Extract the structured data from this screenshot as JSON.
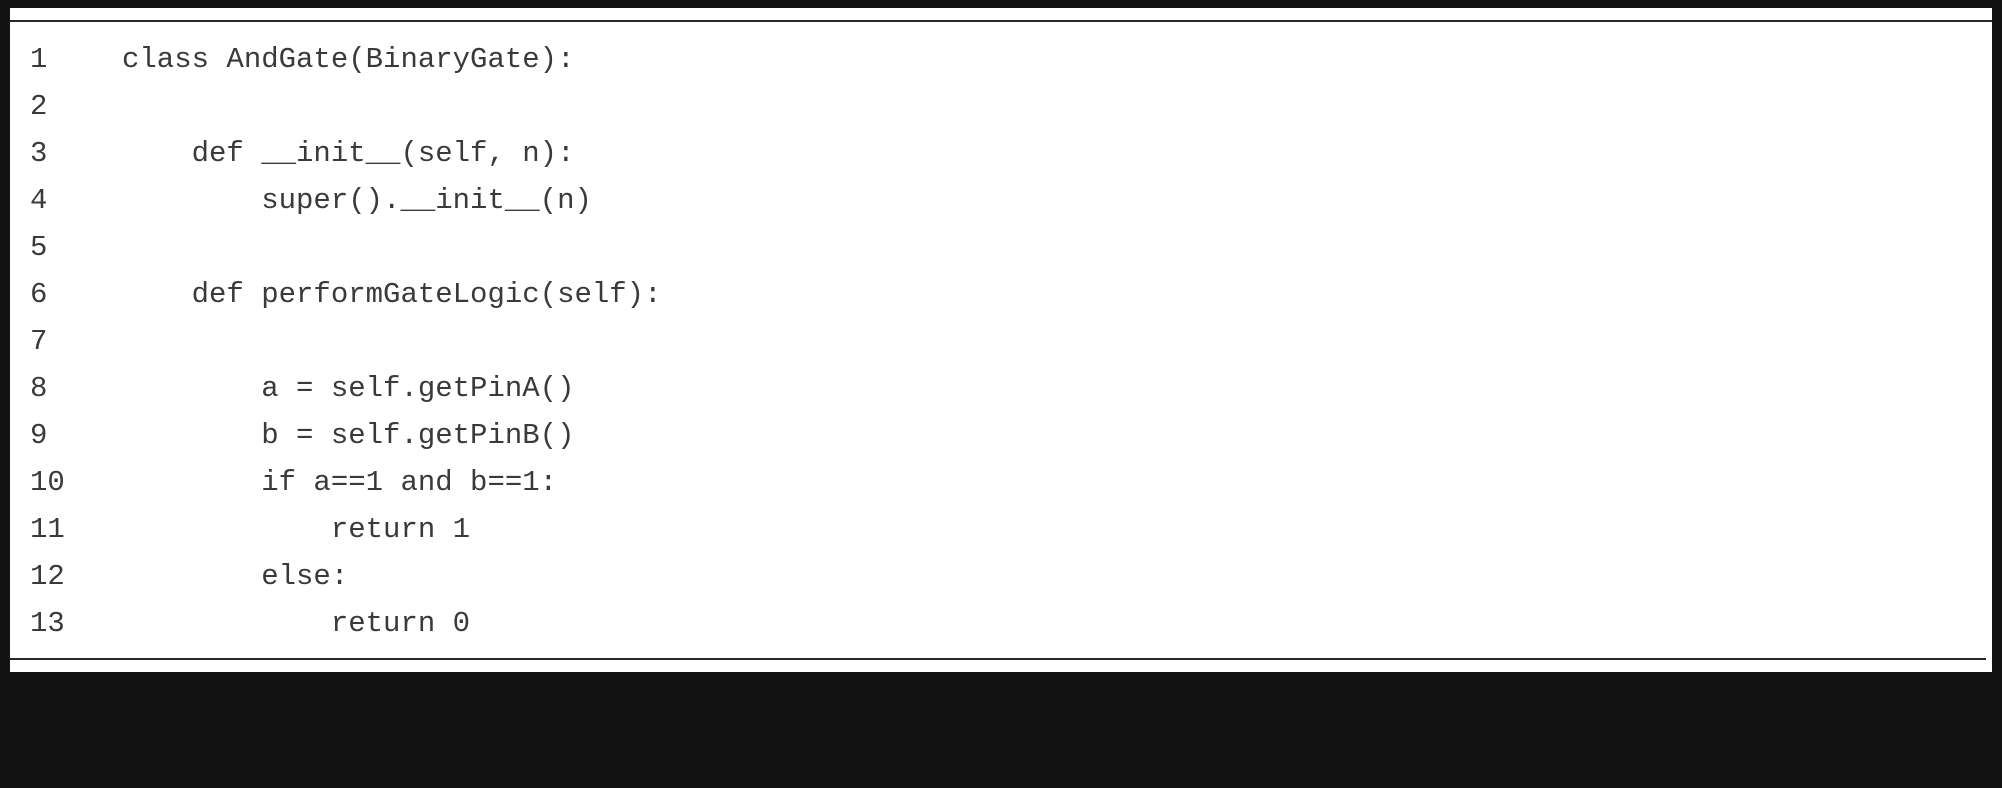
{
  "listing": {
    "lines": [
      {
        "num": "1",
        "text": "class AndGate(BinaryGate):"
      },
      {
        "num": "2",
        "text": ""
      },
      {
        "num": "3",
        "text": "    def __init__(self, n):"
      },
      {
        "num": "4",
        "text": "        super().__init__(n)"
      },
      {
        "num": "5",
        "text": ""
      },
      {
        "num": "6",
        "text": "    def performGateLogic(self):"
      },
      {
        "num": "7",
        "text": ""
      },
      {
        "num": "8",
        "text": "        a = self.getPinA()"
      },
      {
        "num": "9",
        "text": "        b = self.getPinB()"
      },
      {
        "num": "10",
        "text": "        if a==1 and b==1:"
      },
      {
        "num": "11",
        "text": "            return 1"
      },
      {
        "num": "12",
        "text": "        else:"
      },
      {
        "num": "13",
        "text": "            return 0"
      }
    ]
  }
}
